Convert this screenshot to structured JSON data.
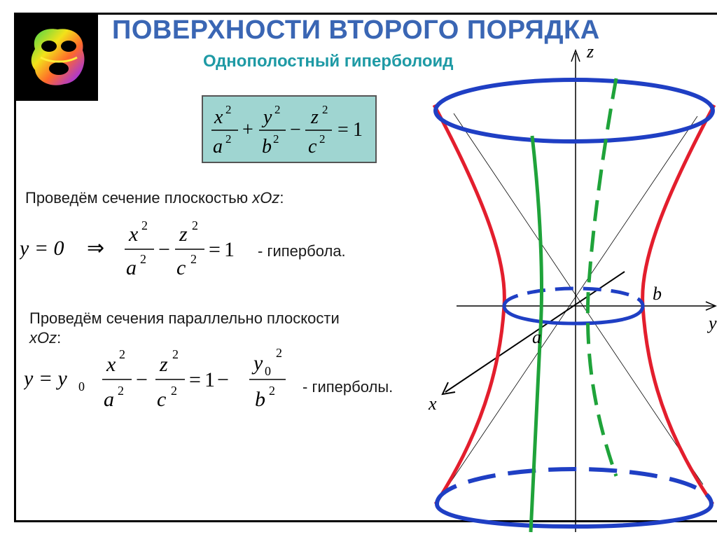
{
  "slide": {
    "title": "ПОВЕРХНОСТИ ВТОРОГО ПОРЯДКА",
    "subtitle": "Однополостный гиперболоид",
    "logo_icon": "hyperboloid-3d-icon",
    "colors": {
      "title": "#3a66b4",
      "subtitle": "#1e9aa5",
      "formula_box": "#9fd5d1",
      "red_curve": "#e31e2d",
      "blue_ellipse": "#1f3fc4",
      "green_line": "#1fa33a"
    }
  },
  "equations": {
    "main": {
      "x2": "x",
      "a2": "a",
      "y2": "y",
      "b2": "b",
      "z2": "z",
      "c2": "c",
      "exp": "2",
      "plus": "+",
      "minus": "−",
      "eq": "=",
      "one": "1"
    },
    "section1": {
      "text": "Проведём сечение плоскостью ",
      "plane": "xOz",
      "colon": ":",
      "cond": "y = 0",
      "implies": "⇒",
      "result": "- гипербола."
    },
    "section2": {
      "text1": "Проведём сечения параллельно плоскости",
      "plane": "xOz",
      "colon": ":",
      "cond_left": "y = y",
      "cond_sub": "0",
      "y0": "y",
      "y0_sub": "0",
      "result": "- гиперболы."
    }
  },
  "diagram": {
    "axis_z": "z",
    "axis_y": "y",
    "axis_x": "x",
    "label_a": "a",
    "label_b": "b"
  }
}
